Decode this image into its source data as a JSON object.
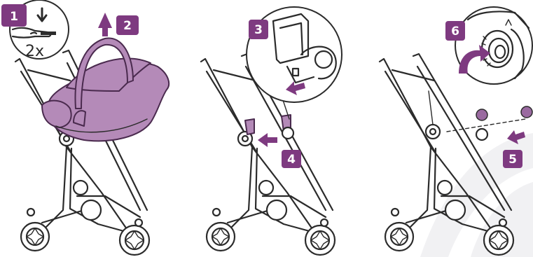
{
  "colors": {
    "accent": "#7e3a80",
    "seat_fill": "#b48ab8",
    "line": "#2b2b2b",
    "background_swoosh": "#f1f1f3"
  },
  "steps": {
    "s1": "1",
    "s2": "2",
    "s3": "3",
    "s4": "4",
    "s5": "5",
    "s6": "6"
  },
  "callouts": {
    "press_count": "2x"
  }
}
